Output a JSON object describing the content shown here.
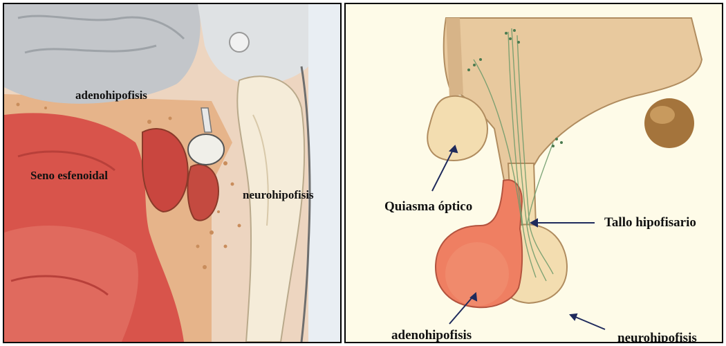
{
  "left_labels": {
    "adenohipofisis": "adenohipofisis",
    "seno": "Seno esfenoidal",
    "neurohipofisis": "neurohipofisis"
  },
  "right_labels": {
    "quiasma": "Quiasma óptico",
    "tallo": "Tallo hipofisario",
    "adenohipofisis": "adenohipofisis",
    "neurohipofisis": "neurohipofisis"
  },
  "colors": {
    "frame": "#000000",
    "nasal_red": "#d9534a",
    "bone": "#e8b98f",
    "gray_lobe": "#bfc3c7",
    "adeno_pink": "#ee7a5e",
    "neuro_cream": "#f3ddb0",
    "nerve_green": "#6c9a6a",
    "arrow": "#1f2a5c"
  }
}
